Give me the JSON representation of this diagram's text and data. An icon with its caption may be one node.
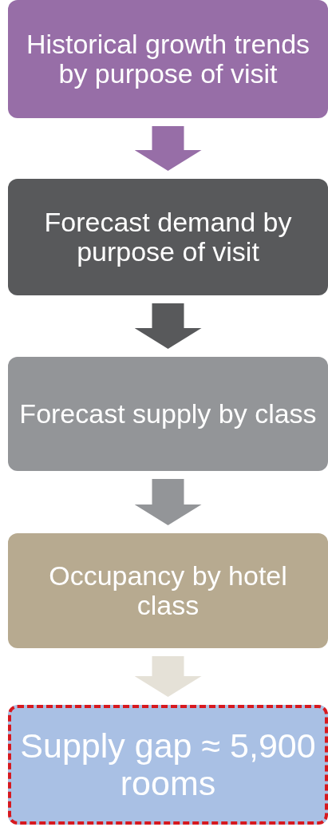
{
  "diagram": {
    "nodes": [
      {
        "text": [
          "Historical growth trends by purpose of visit"
        ]
      },
      {
        "text": [
          "Forecast demand by purpose of visit"
        ]
      },
      {
        "text": [
          "Forecast supply by class"
        ]
      },
      {
        "text": [
          "Occupancy by hotel class"
        ]
      },
      {
        "text": [
          "Supply gap ≈ 5,900 rooms"
        ]
      }
    ],
    "edges": [
      {
        "from": 0,
        "to": 1,
        "arrow": "to",
        "color": "#976ea7"
      },
      {
        "from": 1,
        "to": 2,
        "arrow": "to",
        "color": "#58595b"
      },
      {
        "from": 2,
        "to": 3,
        "arrow": "to",
        "color": "#939598"
      },
      {
        "from": 3,
        "to": 4,
        "arrow": "to",
        "color": "#e5e1d7"
      }
    ]
  }
}
